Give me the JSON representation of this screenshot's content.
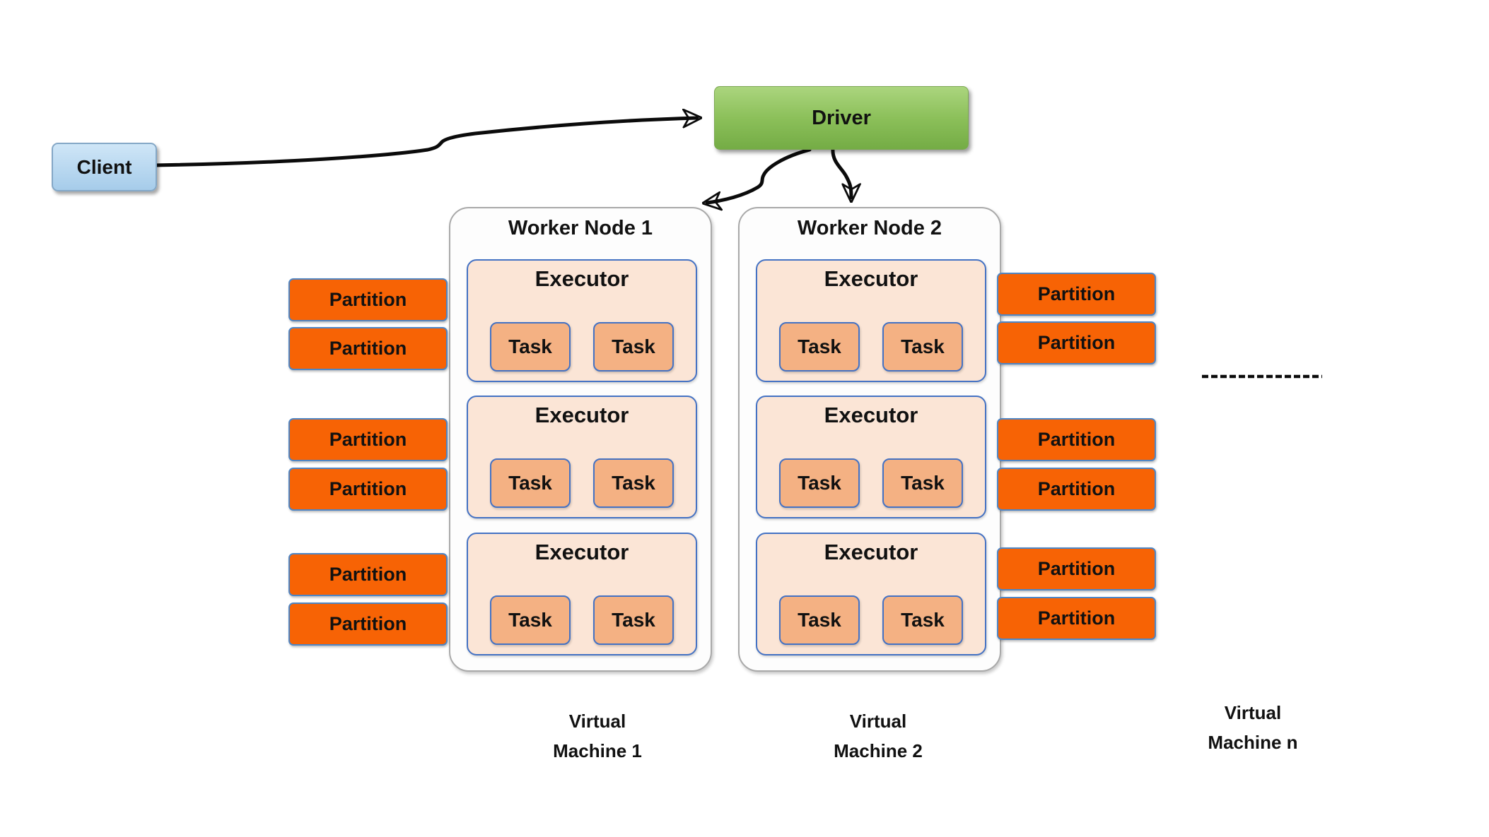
{
  "client": {
    "label": "Client"
  },
  "driver": {
    "label": "Driver"
  },
  "workers": [
    {
      "title": "Worker Node 1",
      "executors": [
        {
          "label": "Executor",
          "tasks": [
            "Task",
            "Task"
          ]
        },
        {
          "label": "Executor",
          "tasks": [
            "Task",
            "Task"
          ]
        },
        {
          "label": "Executor",
          "tasks": [
            "Task",
            "Task"
          ]
        }
      ]
    },
    {
      "title": "Worker Node 2",
      "executors": [
        {
          "label": "Executor",
          "tasks": [
            "Task",
            "Task"
          ]
        },
        {
          "label": "Executor",
          "tasks": [
            "Task",
            "Task"
          ]
        },
        {
          "label": "Executor",
          "tasks": [
            "Task",
            "Task"
          ]
        }
      ]
    }
  ],
  "partitions_left": [
    "Partition",
    "Partition",
    "Partition",
    "Partition",
    "Partition",
    "Partition"
  ],
  "partitions_right": [
    "Partition",
    "Partition",
    "Partition",
    "Partition",
    "Partition",
    "Partition"
  ],
  "vm_labels": [
    {
      "line1": "Virtual",
      "line2": "Machine 1"
    },
    {
      "line1": "Virtual",
      "line2": "Machine 2"
    },
    {
      "line1": "Virtual",
      "line2": "Machine n"
    }
  ],
  "colors": {
    "client_fill_top": "#CFE6F7",
    "client_fill_bottom": "#A6CCEA",
    "driver_fill_top": "#ABD57E",
    "driver_fill_bottom": "#74AC45",
    "partition_fill": "#F76305",
    "executor_fill": "#FBE5D6",
    "task_fill": "#F4B183",
    "blue_border": "#4472C4",
    "node_border": "#A9A9A9",
    "worker_fill": "#FDFDFD",
    "connector": "#0B0B0B"
  }
}
